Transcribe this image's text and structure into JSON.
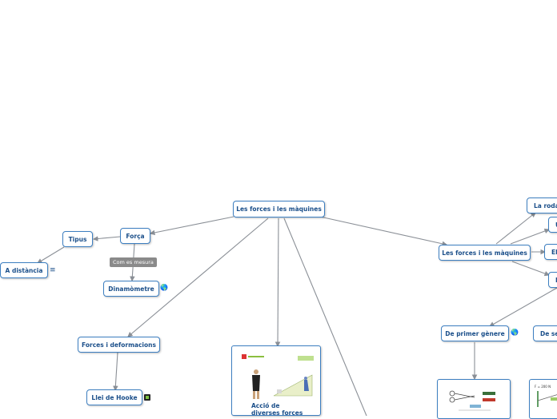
{
  "map": {
    "nodes": {
      "root": "Les forces i les màquines",
      "forca": "Força",
      "tipus": "Tipus",
      "distancia": "A distància",
      "dinamometre": "Dinamòmetre",
      "deformacions": "Forces i deformacions",
      "hooke": "Llei de Hooke",
      "maquines": "Les forces i les màquines",
      "roda": "La roda",
      "u": "U",
      "el": "El",
      "l": "L",
      "primer": "De primer gènere",
      "segon": "De se"
    },
    "relation_label": "Com es mesura",
    "card": {
      "caption_line1": "Acció de",
      "caption_line2": "diverses forces"
    },
    "icons": {
      "distancia": "notes-icon",
      "dinamometre": "globe-icon",
      "hooke": "media-icon",
      "primer": "globe-icon"
    },
    "colors": {
      "node_border": "#3d7fc1",
      "node_text": "#1b4f8a",
      "connector": "#8a8f96",
      "relation_tag": "#8a8a8a"
    }
  }
}
